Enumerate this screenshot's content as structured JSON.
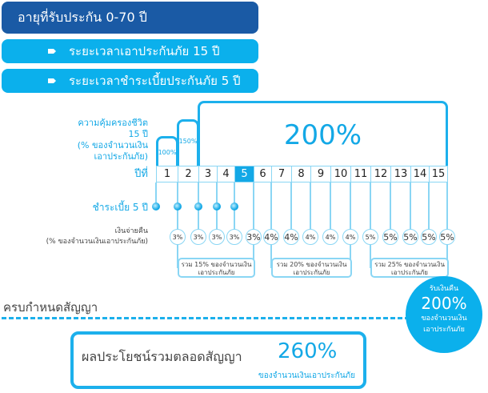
{
  "header": {
    "age": "อายุที่รับประกัน 0-70 ปี",
    "term": "ระยะเวลาเอาประกันภัย 15 ปี",
    "pay": "ระยะเวลาชำระเบี้ยประกันภัย 5 ปี"
  },
  "coverage": {
    "label_lines": [
      "ความคุ้มครองชีวิต",
      "15 ปี",
      "(% ของจำนวนเงิน",
      "เอาประกันภัย)"
    ],
    "year1": "100%",
    "year2": "150%",
    "year3_15": "200%"
  },
  "years_label": "ปีที่",
  "years": [
    "1",
    "2",
    "3",
    "4",
    "5",
    "6",
    "7",
    "8",
    "9",
    "10",
    "11",
    "12",
    "13",
    "14",
    "15"
  ],
  "highlight_year": "5",
  "premium_label": "ชำระเบี้ย 5 ปี",
  "payout": {
    "label_lines": [
      "เงินจ่ายคืน",
      "(% ของจำนวนเงินเอาประกันภัย)"
    ],
    "values": [
      "3%",
      "3%",
      "3%",
      "3%",
      "3%",
      "4%",
      "4%",
      "4%",
      "4%",
      "4%",
      "5%",
      "5%",
      "5%",
      "5%",
      "5%"
    ]
  },
  "sums": [
    {
      "l1": "รวม 15% ของจำนวนเงิน",
      "l2": "เอาประกันภัย"
    },
    {
      "l1": "รวม 20% ของจำนวนเงิน",
      "l2": "เอาประกันภัย"
    },
    {
      "l1": "รวม 25% ของจำนวนเงิน",
      "l2": "เอาประกันภัย"
    }
  ],
  "maturity": {
    "label": "ครบกำหนดสัญญา",
    "badge_top": "รับเงินคืน",
    "badge_value": "200%",
    "badge_l1": "ของจำนวนเงิน",
    "badge_l2": "เอาประกันภัย"
  },
  "total": {
    "label": "ผลประโยชน์รวมตลอดสัญญา",
    "value": "260%",
    "sub": "ของจำนวนเงินเอาประกันภัย"
  },
  "colors": {
    "dark": "#1a5aa5",
    "accent": "#0bb0ec",
    "line": "#8ad6f4"
  }
}
